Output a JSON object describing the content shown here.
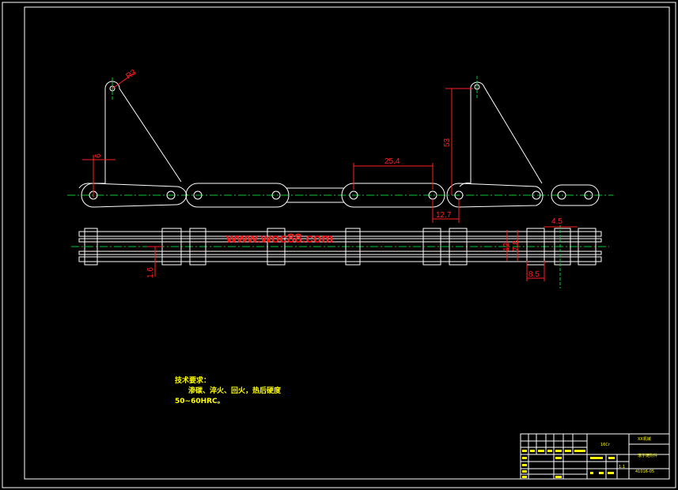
{
  "watermark": "www.woc88.com",
  "dimensions": {
    "radius": "R3",
    "plate_offset": "6",
    "pitch": "25.4",
    "attachment_height": "53",
    "half_pitch": "12.7",
    "pin_len_a": "4.5",
    "link_height_a": "7.8",
    "link_height_b": "12",
    "roller_width": "8.5",
    "plate_thickness": "1.6"
  },
  "technical_notes": {
    "heading": "技术要求：",
    "line1": "渗碳、淬火、回火，热后硬度",
    "line2": "50~60HRC。"
  },
  "title_block": {
    "qty": "16Cr",
    "company": "XX机械",
    "part_name": "滚子链附件",
    "drawing_no": "41016-05",
    "scale": "1:1"
  },
  "colors": {
    "background": "#000000",
    "outline": "#ffffff",
    "dimension": "#ff2020",
    "centerline": "#00cc33",
    "text": "#ffff00"
  }
}
